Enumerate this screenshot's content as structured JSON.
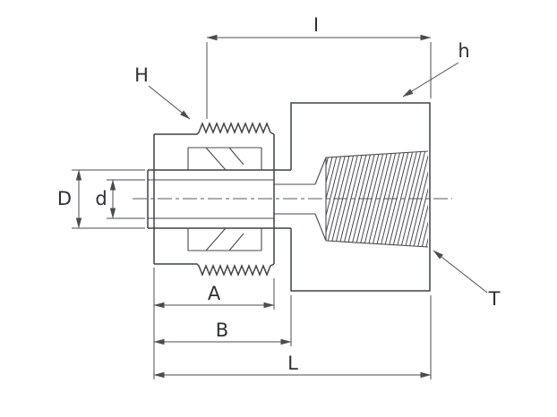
{
  "labels": {
    "I": "I",
    "h": "h",
    "H": "H",
    "D": "D",
    "d": "d",
    "A": "A",
    "B": "B",
    "L": "L",
    "T": "T"
  },
  "colors": {
    "line": "#3f4245",
    "dimension_line": "#4a4d50",
    "text": "#2e3133",
    "background": "#ffffff"
  }
}
